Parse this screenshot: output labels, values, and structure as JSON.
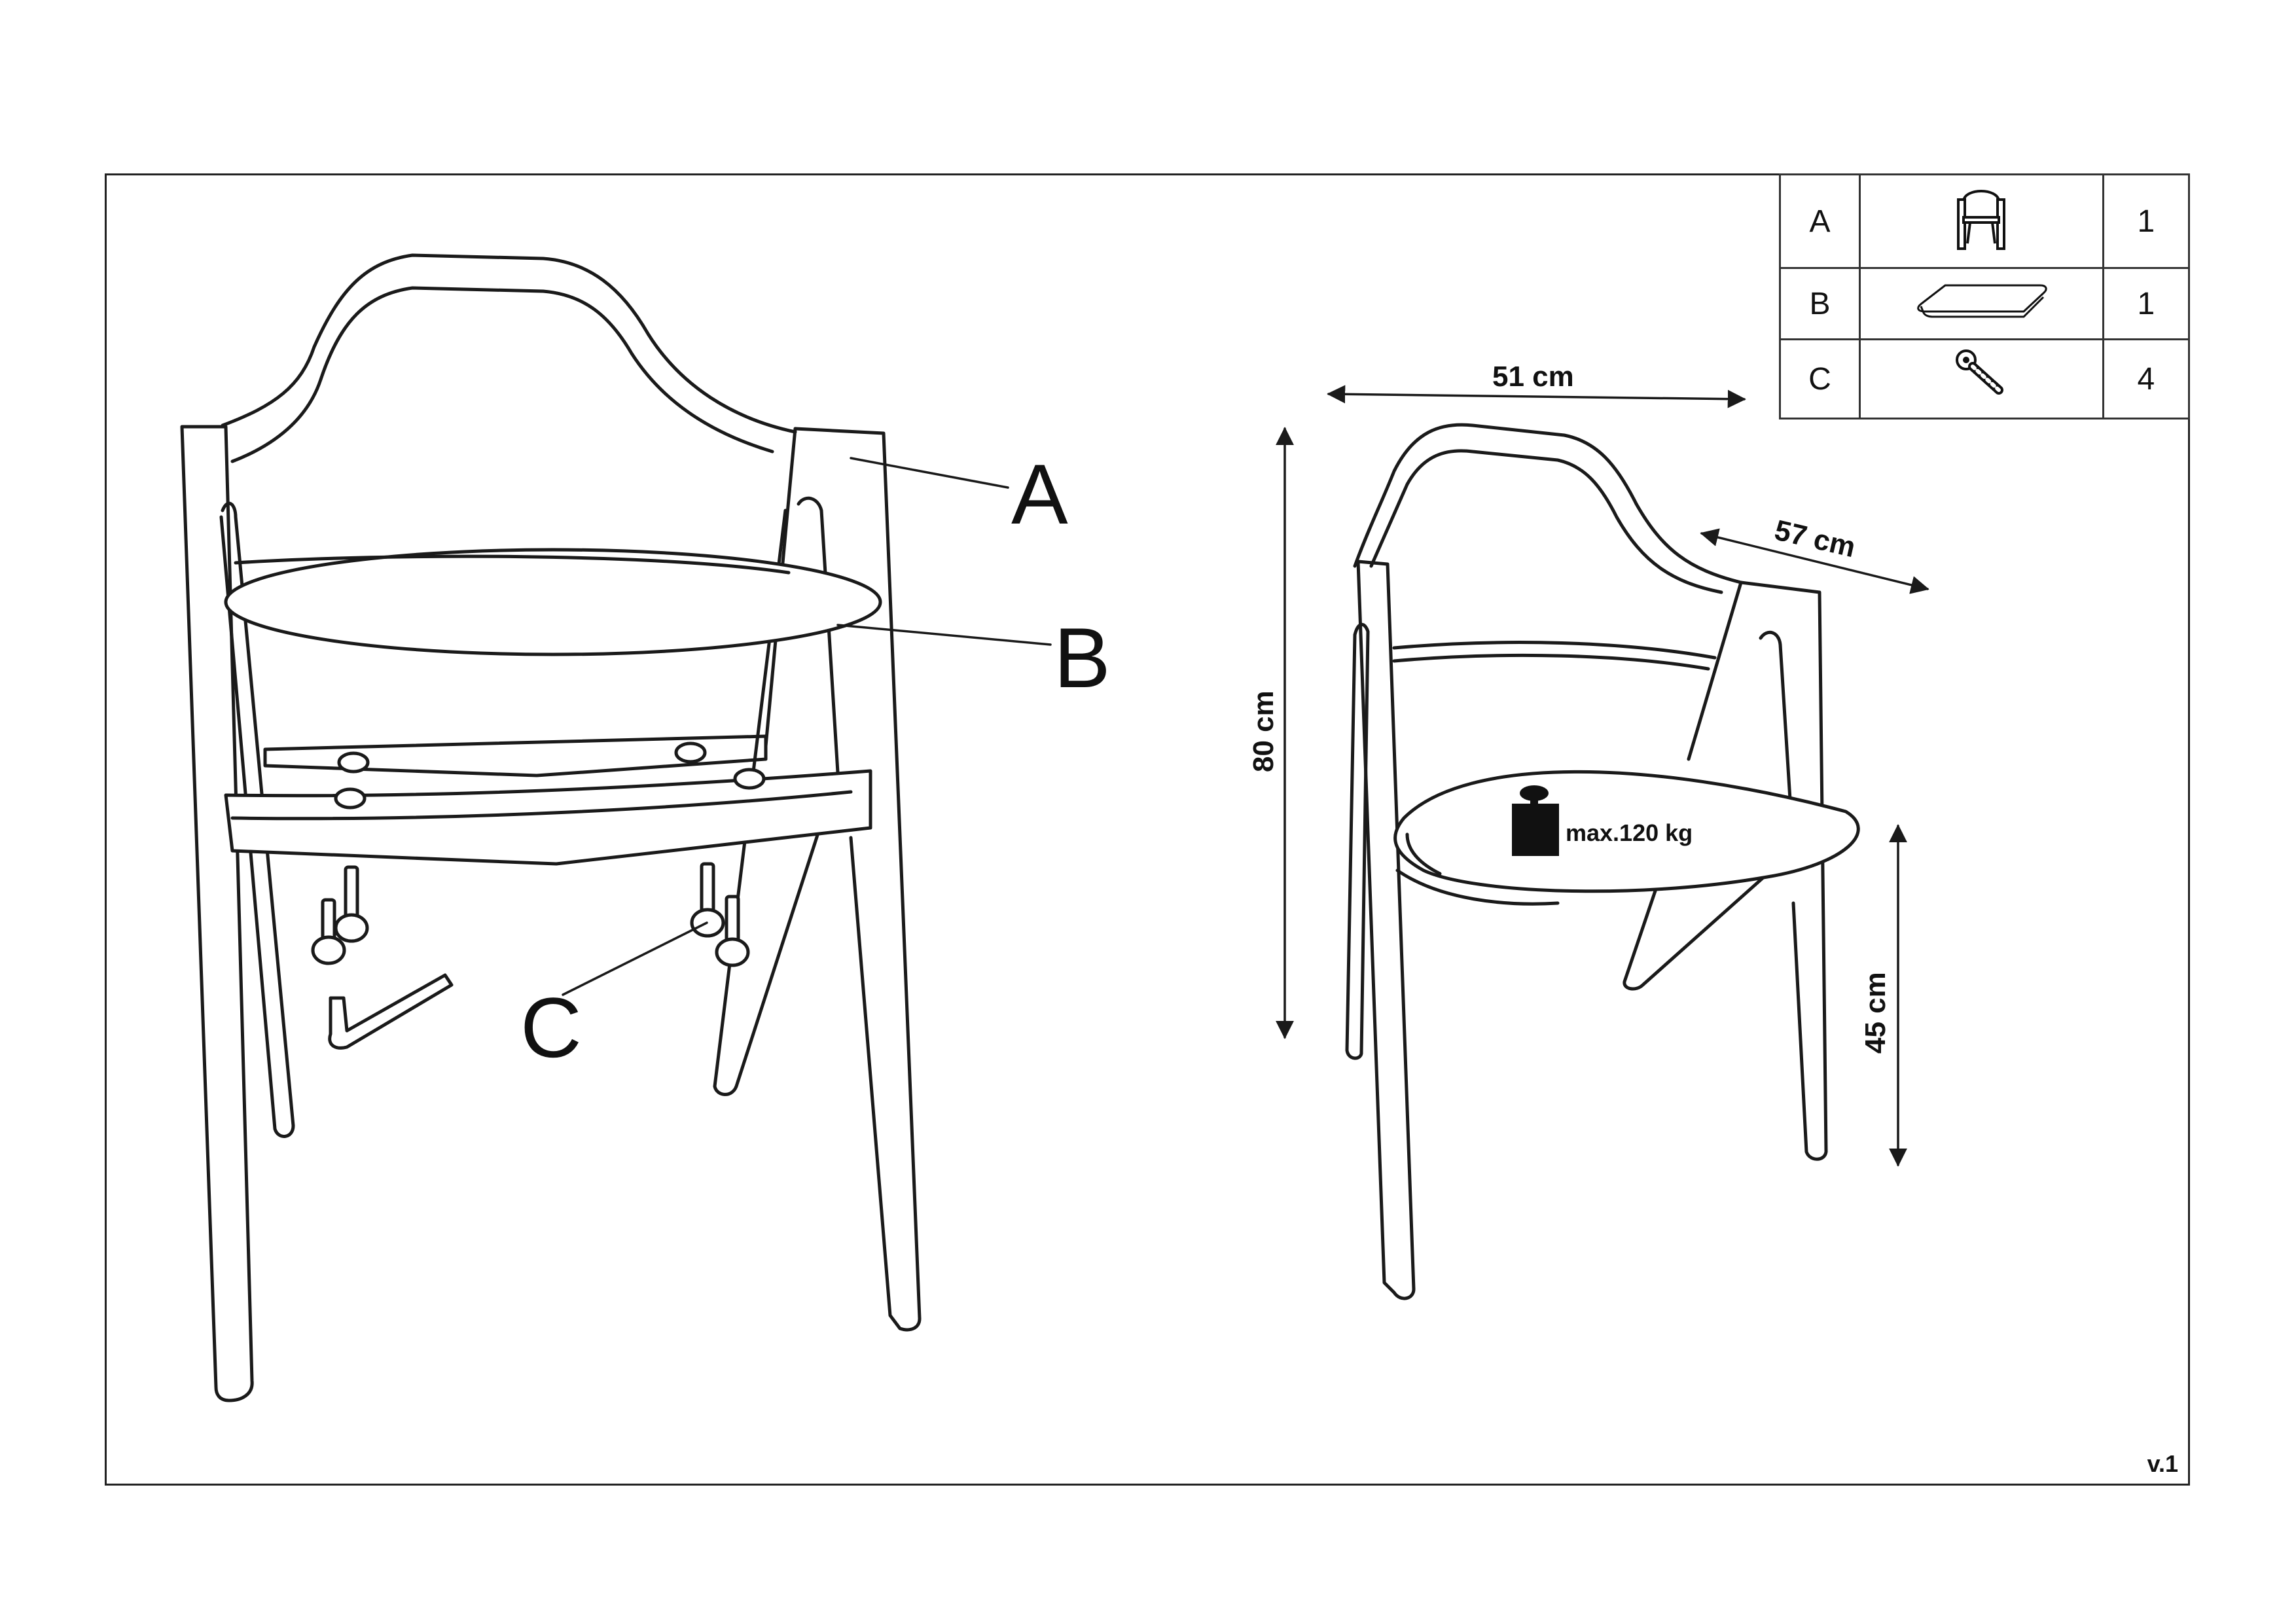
{
  "callouts": {
    "a": "A",
    "b": "B",
    "c": "C"
  },
  "dimensions": {
    "width": "51 cm",
    "depth": "57 cm",
    "height": "80 cm",
    "seat_height": "45 cm"
  },
  "load": {
    "max": "max.120 kg"
  },
  "parts": [
    {
      "letter": "A",
      "icon": "chair-frame-icon",
      "qty": "1"
    },
    {
      "letter": "B",
      "icon": "seat-cushion-icon",
      "qty": "1"
    },
    {
      "letter": "C",
      "icon": "bolt-icon",
      "qty": "4"
    }
  ],
  "version": "v.1",
  "colors": {
    "line": "#1a1a1a",
    "background": "#ffffff"
  }
}
